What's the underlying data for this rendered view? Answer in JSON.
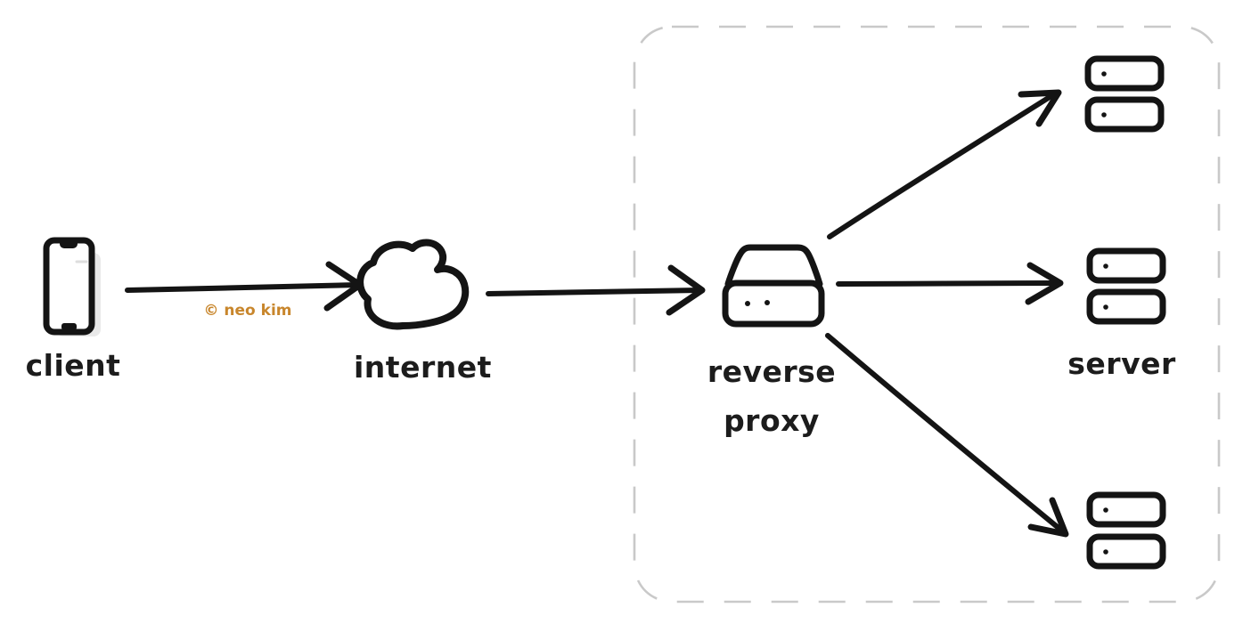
{
  "diagram": {
    "attribution": "© neo kim",
    "nodes": [
      {
        "id": "client",
        "label": "client",
        "icon": "smartphone-icon"
      },
      {
        "id": "internet",
        "label": "internet",
        "icon": "cloud-icon"
      },
      {
        "id": "reverse-proxy",
        "label": "reverse proxy",
        "icon": "proxy-box-icon"
      },
      {
        "id": "server",
        "label": "server",
        "icon": "server-stack-icon"
      }
    ],
    "edges": [
      {
        "from": "client",
        "to": "internet"
      },
      {
        "from": "internet",
        "to": "reverse-proxy"
      },
      {
        "from": "reverse-proxy",
        "to": "server-group-1"
      },
      {
        "from": "reverse-proxy",
        "to": "server-group-2"
      },
      {
        "from": "reverse-proxy",
        "to": "server-group-3"
      }
    ],
    "clusters": [
      {
        "id": "proxy-cluster",
        "style": "dashed",
        "contains": [
          "reverse-proxy",
          "server-group-1",
          "server-group-2",
          "server-group-3"
        ]
      }
    ]
  },
  "colors": {
    "ink": "#141414",
    "attribution": "#c8862c",
    "dashed_border": "#c9c9c9",
    "background": "#ffffff",
    "shadow": "#e9e9e9"
  }
}
